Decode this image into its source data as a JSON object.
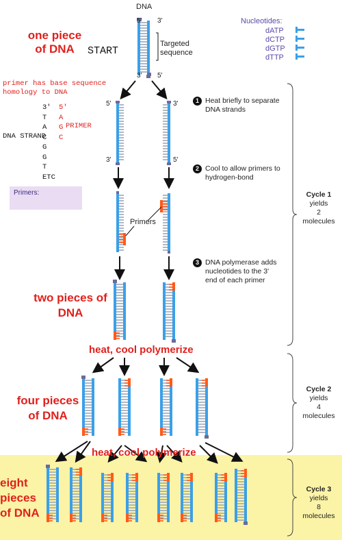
{
  "colors": {
    "strand_blue": "#3aa0e8",
    "new_blue": "#1a6fd6",
    "primer": "#ff5a1a",
    "rung": "#9aa6b8",
    "end_cap": "#6b6b9a",
    "red_text": "#e0201c",
    "nucleotide_text": "#5a4aa8",
    "cycle3_bg": "#fbf3a6",
    "primers_box_bg": "#e9dcf3"
  },
  "header": {
    "dna_label": "DNA",
    "five_prime": "5'",
    "three_prime": "3'",
    "targeted_sequence": "Targeted sequence",
    "one_piece": "one piece of DNA",
    "start": "START"
  },
  "nucleotides": {
    "title": "Nucleotides:",
    "items": [
      "dATP",
      "dCTP",
      "dGTP",
      "dTTP"
    ]
  },
  "primer_note": {
    "text": "primer has base sequence homology to DNA",
    "strand_label": "DNA STRAND",
    "primer_label": "PRIMER",
    "strand_bases": [
      "3'",
      "T",
      "A",
      "C",
      "G",
      "G",
      "T",
      "ETC"
    ],
    "primer_bases": [
      "5'",
      "A",
      "G",
      "C"
    ],
    "primers_box_label": "Primers:"
  },
  "steps": [
    {
      "num": "1",
      "text": "Heat briefly to separate DNA strands"
    },
    {
      "num": "2",
      "text": "Cool to allow primers to hydrogen-bond"
    },
    {
      "num": "3",
      "text": "DNA polymerase adds nucleotides to the 3' end of each primer"
    }
  ],
  "primers_callout": "Primers",
  "separated_ends": {
    "left_top": "5'",
    "right_top": "3'",
    "left_bottom": "3'",
    "right_bottom": "5'"
  },
  "labels": {
    "two_pieces": "two pieces of DNA",
    "four_pieces": "four pieces of DNA",
    "eight_pieces": "eight pieces of DNA",
    "heat_cool_1": "heat, cool polymerize",
    "heat_cool_2": "heat, cool polymerize"
  },
  "cycles": [
    {
      "title": "Cycle 1",
      "yields": "yields",
      "count": "2",
      "unit": "molecules"
    },
    {
      "title": "Cycle 2",
      "yields": "yields",
      "count": "4",
      "unit": "molecules"
    },
    {
      "title": "Cycle 3",
      "yields": "yields",
      "count": "8",
      "unit": "molecules"
    }
  ]
}
